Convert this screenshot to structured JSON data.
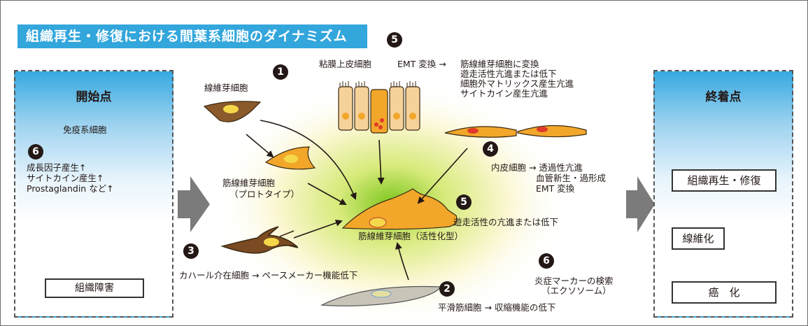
{
  "title": "組織再生・修復における間葉系細胞のダイナミズム",
  "start": {
    "title": "開始点",
    "immune_label": "免疫系細胞",
    "num6": "6",
    "factors": [
      "成長因子産生↑",
      "サイトカイン産生↑",
      "Prostaglandin など↑"
    ],
    "injury_label": "組織障害"
  },
  "end": {
    "title": "終着点",
    "regen_label": "組織再生・修復",
    "fibrosis_label": "線維化",
    "cancer_label": "癌　化"
  },
  "center": {
    "num1": "1",
    "fibroblast": "線維芽細胞",
    "proto_label": [
      "筋線維芽細胞",
      "（プロトタイプ）"
    ],
    "activated_label": "筋線維芽細胞（活性化型）",
    "num5_top": "5",
    "epithelial_label": "粘膜上皮細胞",
    "emt_text": "EMT 変換 →",
    "emt_effects": [
      "筋線維芽細胞に変換",
      "遊走活性亢進または低下",
      "細胞外マトリックス産生亢進",
      "サイトカイン産生亢進"
    ],
    "num4": "4",
    "endothelial_text": "内皮細胞 → 透過性亢進",
    "endothelial_effects": [
      "血管新生・過形成",
      "EMT 変換"
    ],
    "num5_mid": "5",
    "migration_text": "遊走活性の亢進または低下",
    "num3": "3",
    "cajal_text": "カハール介在細胞 → ペースメーカー機能低下",
    "num2": "2",
    "smooth_text": "平滑筋細胞 → 収縮機能の低下",
    "num6": "6",
    "marker_text": [
      "炎症マーカーの検索",
      "（エクソソーム）"
    ]
  },
  "colors": {
    "title_bg": "#33a6dc",
    "cell_orange": "#f2a72b",
    "cell_brown": "#8a5a2b",
    "nucleus": "#f5d84a",
    "marker_red": "#e0257a"
  }
}
